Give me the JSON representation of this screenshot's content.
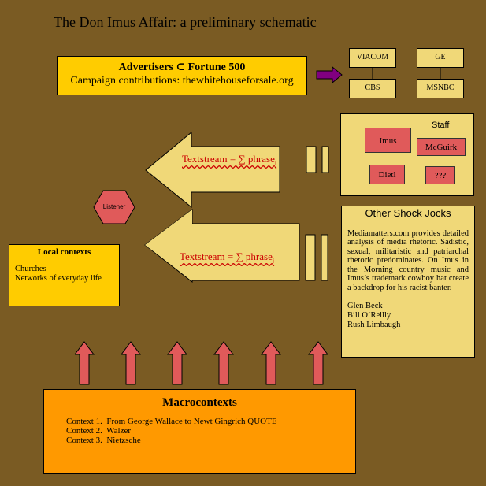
{
  "title": "The Don Imus Affair: a preliminary schematic",
  "advertisers": {
    "heading": "Advertisers ⊂ Fortune 500",
    "sub": "Campaign contributions: thewhitehouseforsale.org"
  },
  "corps": {
    "viacom": "VIACOM",
    "ge": "GE",
    "cbs": "CBS",
    "msnbc": "MSNBC"
  },
  "staff": {
    "label": "Staff",
    "members": [
      "Imus",
      "McGuirk",
      "Dietl",
      "???"
    ]
  },
  "textstream": "Textstream = ∑ phrase",
  "textstream_sub": "i",
  "listener": "Listener",
  "jocks": {
    "heading": "Other Shock Jocks",
    "body": "Mediamatters.com provides detailed analysis of media rhetoric. Sadistic, sexual, militaristic and patriarchal rhetoric predominates. On Imus in the Morning country music and Imus’s trademark cowboy hat create a backdrop for his racist banter.",
    "names": [
      "Glen Beck",
      "Bill O’Reilly",
      "Rush Limbaugh"
    ]
  },
  "local": {
    "heading": "Local contexts",
    "items": [
      "Churches",
      "Networks of everyday life"
    ]
  },
  "macro": {
    "heading": "Macrocontexts",
    "items": [
      "Context 1.  From George Wallace to Newt Gingrich QUOTE",
      "Context 2.  Walzer",
      "Context 3.  Nietzsche"
    ]
  },
  "colors": {
    "background": "#7a5b23",
    "yellow": "#ffcc00",
    "pale": "#f0d878",
    "red": "#e05a5a",
    "orange": "#ff9900",
    "purple": "#800080"
  }
}
